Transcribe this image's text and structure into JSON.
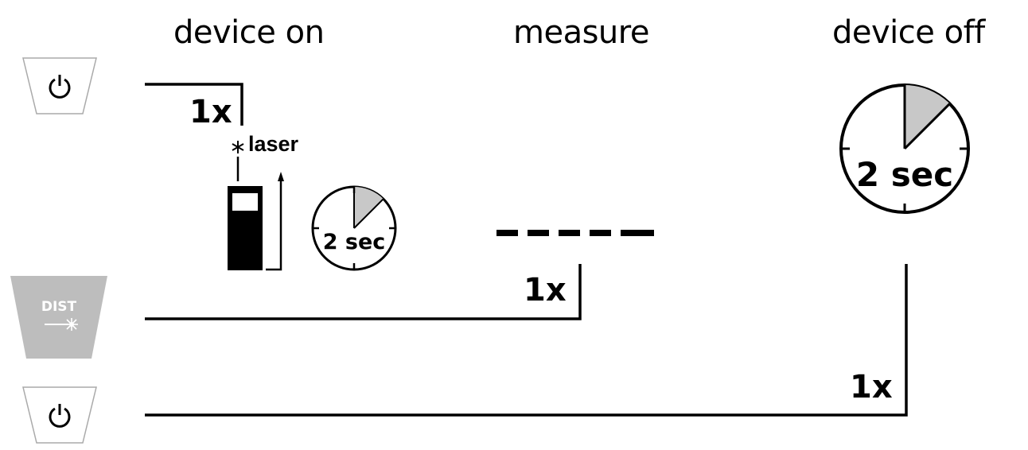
{
  "headings": {
    "device_on": "device on",
    "measure": "measure",
    "device_off": "device off"
  },
  "steps": {
    "device_on_press": "1x",
    "measure_press": "1x",
    "device_off_press": "1x"
  },
  "keys": {
    "dist_label": "DIST",
    "power_icon": "power-icon",
    "dist_icon": "laser-burst-icon"
  },
  "laser_label": "laser",
  "timers": {
    "small": "2 sec",
    "large": "2 sec"
  },
  "colors": {
    "line": "#000000",
    "key_gray": "#bdbdbd",
    "timer_wedge": "#c8c8c8"
  }
}
